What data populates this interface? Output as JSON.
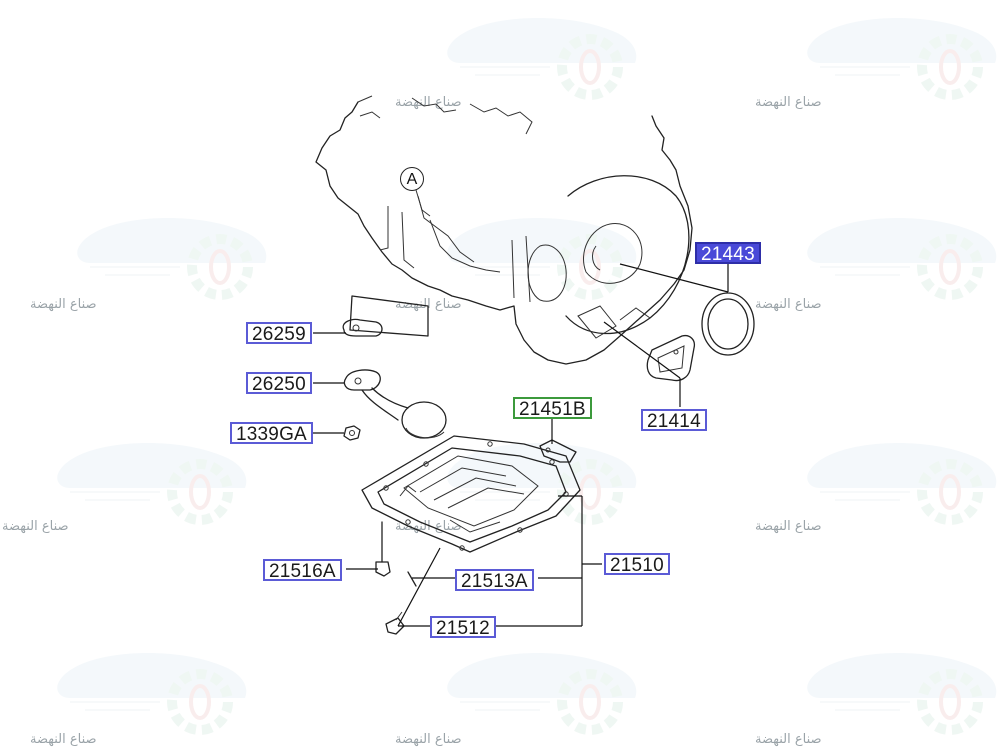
{
  "watermark": {
    "text": "صناع النهضة",
    "icon": "car-gear-logo-icon"
  },
  "callout": {
    "label": "A"
  },
  "parts": [
    {
      "id": "p26259",
      "code": "26259",
      "style": "normal"
    },
    {
      "id": "p26250",
      "code": "26250",
      "style": "normal"
    },
    {
      "id": "p1339GA",
      "code": "1339GA",
      "style": "normal"
    },
    {
      "id": "p21451B",
      "code": "21451B",
      "style": "green"
    },
    {
      "id": "p21443",
      "code": "21443",
      "style": "selected"
    },
    {
      "id": "p21414",
      "code": "21414",
      "style": "normal"
    },
    {
      "id": "p21510",
      "code": "21510",
      "style": "normal"
    },
    {
      "id": "p21516A",
      "code": "21516A",
      "style": "normal"
    },
    {
      "id": "p21513A",
      "code": "21513A",
      "style": "normal"
    },
    {
      "id": "p21512",
      "code": "21512",
      "style": "normal"
    }
  ],
  "colors": {
    "label_border": "#5b5bd6",
    "label_selected_bg": "#4a4ad8",
    "label_green_border": "#3c9a3c"
  }
}
